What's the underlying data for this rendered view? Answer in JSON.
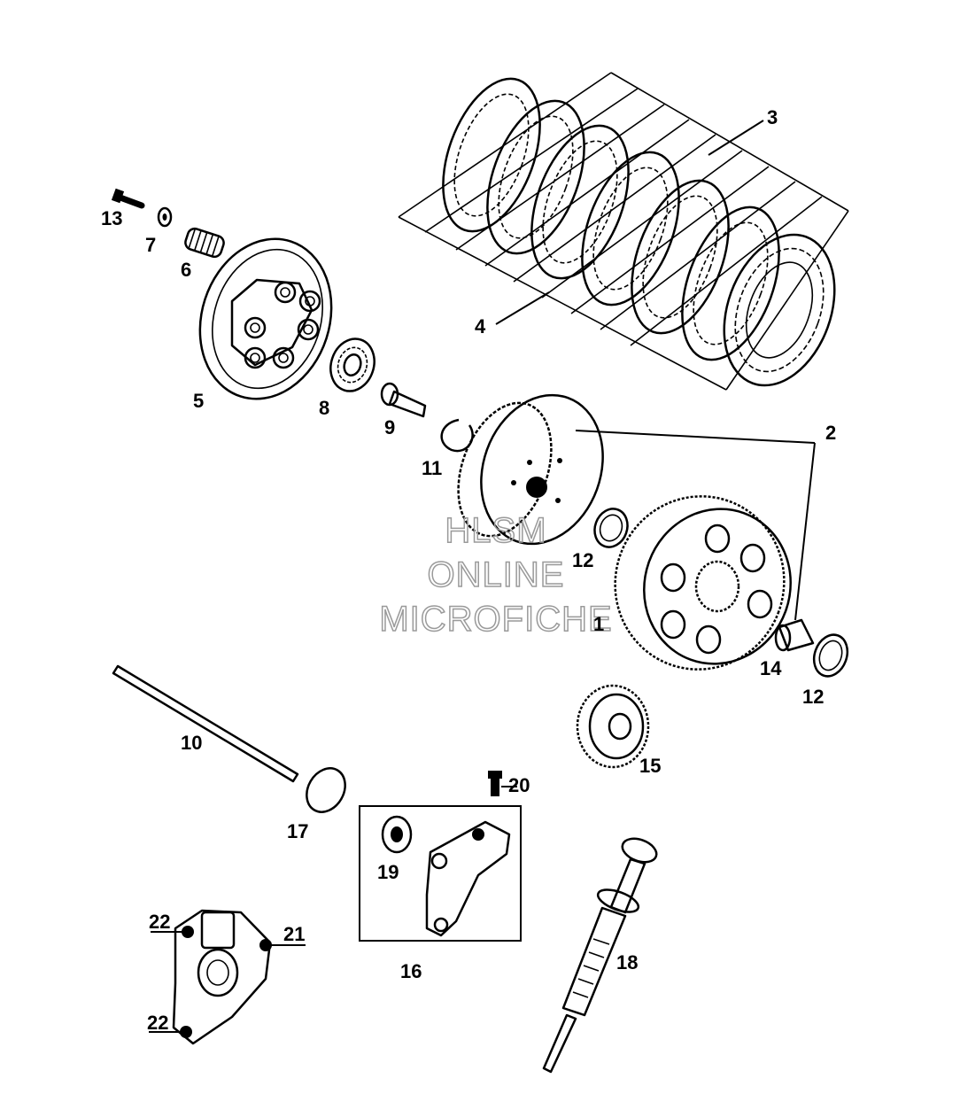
{
  "watermark": {
    "line1": "HLSM",
    "line2": "ONLINE",
    "line3": "MICROFICHE"
  },
  "labels": {
    "l1": "1",
    "l2": "2",
    "l3": "3",
    "l4": "4",
    "l5": "5",
    "l6": "6",
    "l7": "7",
    "l8": "8",
    "l9": "9",
    "l10": "10",
    "l11": "11",
    "l12a": "12",
    "l12b": "12",
    "l13": "13",
    "l14": "14",
    "l15": "15",
    "l16": "16",
    "l17": "17",
    "l18": "18",
    "l19": "19",
    "l20": "20",
    "l21": "21",
    "l22a": "22",
    "l22b": "22"
  }
}
